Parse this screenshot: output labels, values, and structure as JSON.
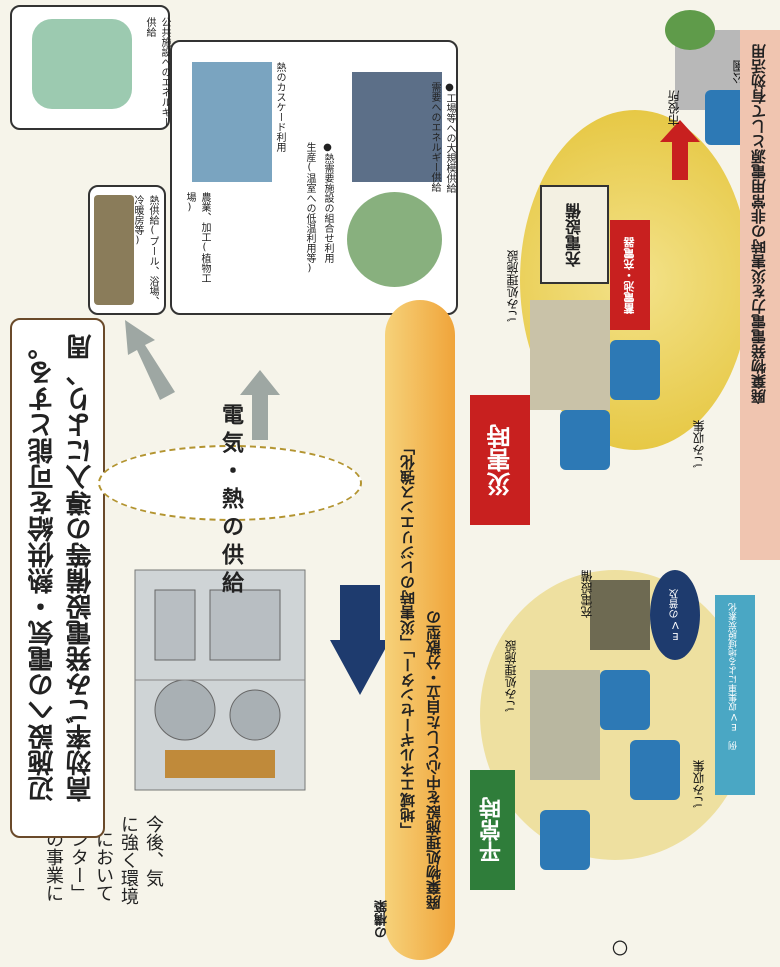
{
  "left_text": {
    "line1": "今後、気",
    "line2": "に強く環境",
    "line3": "において",
    "line4": "ンター」",
    "line5": "の事業に",
    "mark": "〇"
  },
  "callout": {
    "line1": "高効率ごみ発電設備等の導入により、周",
    "line2": "辺施設への電気・熱供給を可能とする。"
  },
  "supply_label": "電気・熱の供給",
  "uses": {
    "heat": "熱供給(プール、浴場、冷暖房等)",
    "hydroponic": "農業、加工(植物工場)",
    "cascade": "熱のカスケード利用",
    "produce": "生産(温室への低温利用等)",
    "public": "公共施設へのエネルギー供給",
    "combined": "●熱需要施設の組合せ利用",
    "factory": "●工場等への大規模供給",
    "energy": "需要へのエネルギー供給"
  },
  "central_banner": {
    "line1": "廃棄物処理施設を中心とした自立・分散型の",
    "line2": "「地域エネルギーセンター」「災害時のレジリエンス強化」",
    "line3": "の構築"
  },
  "normal": {
    "badge": "平常時",
    "plant": "ごみ処理施設",
    "charging": "充電設備",
    "collection": "ごみ収集",
    "ev": "EVの普及",
    "note": "例 EV収集車による地域脱炭素化"
  },
  "disaster": {
    "badge": "災害時",
    "plant": "ごみ処理施設",
    "charging": "充電設備",
    "storage": "蓄電池・充電器",
    "collection": "ごみ収集",
    "city_hall": "市役所",
    "park": "公園",
    "footer": "廃棄物発電電力を災害時の非常用電源として有効活用"
  },
  "colors": {
    "red": "#c8201f",
    "green": "#2f7d3a",
    "navy": "#1e3b6e",
    "yellow": "#f2d22e",
    "truck": "#2d79b5"
  }
}
